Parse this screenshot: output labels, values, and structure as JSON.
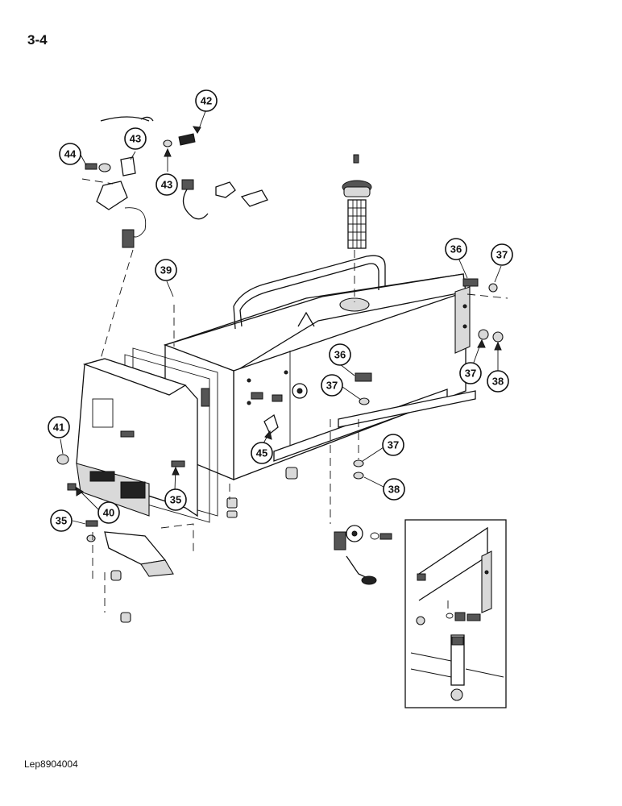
{
  "page": {
    "number": "3-4",
    "reference": "Lep8904004"
  },
  "callouts": [
    "42",
    "43",
    "44",
    "43",
    "39",
    "36",
    "37",
    "37",
    "38",
    "36",
    "37",
    "41",
    "45",
    "37",
    "35",
    "38",
    "40",
    "35"
  ]
}
